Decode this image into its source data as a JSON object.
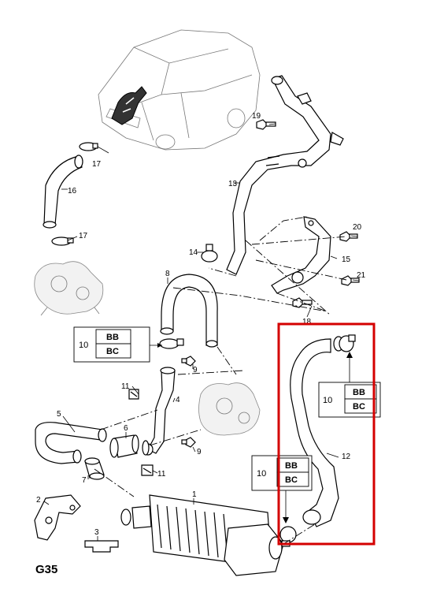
{
  "figure_code": "G35",
  "callouts": {
    "c1": "1",
    "c2": "2",
    "c3": "3",
    "c4": "4",
    "c5": "5",
    "c6": "6",
    "c7": "7",
    "c8": "8",
    "c9a": "9",
    "c9b": "9",
    "c10a": "10",
    "c10b": "10",
    "c10c": "10",
    "c11a": "11",
    "c11b": "11",
    "c12": "12",
    "c13": "13",
    "c14": "14",
    "c15": "15",
    "c16": "16",
    "c17a": "17",
    "c17b": "17",
    "c18": "18",
    "c19": "19",
    "c20": "20",
    "c21": "21"
  },
  "variant_boxes": [
    {
      "ref": "10",
      "codes": [
        "BB",
        "BC"
      ]
    },
    {
      "ref": "10",
      "codes": [
        "BB",
        "BC"
      ]
    },
    {
      "ref": "10",
      "codes": [
        "BB",
        "BC"
      ]
    }
  ],
  "highlight": {
    "color": "#d40000",
    "part": "12"
  }
}
